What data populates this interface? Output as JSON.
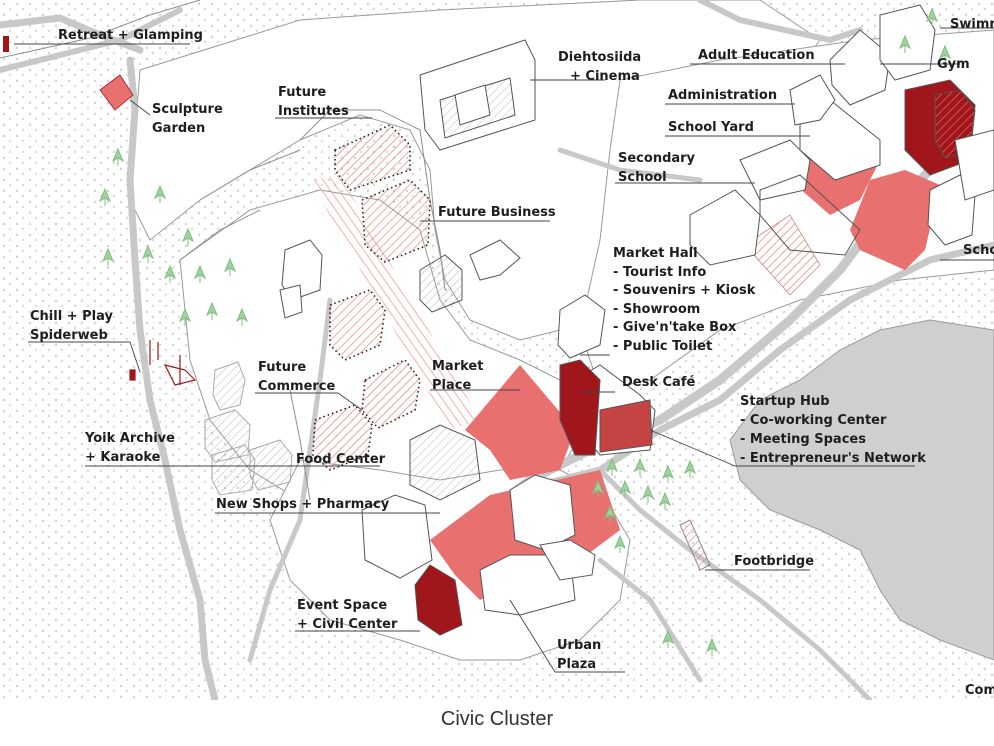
{
  "caption": "Civic Cluster",
  "colors": {
    "accent": "#e8706f",
    "accent_dark": "#a0161b",
    "road": "#c8c8c8",
    "water": "#cfcfcf",
    "tree": "#8cc98c",
    "building": "#ffffff"
  },
  "labels": {
    "retreat": "Retreat + Glamping",
    "sculpture": [
      "Sculpture",
      "Garden"
    ],
    "future_institutes": [
      "Future",
      "Institutes"
    ],
    "diehtosiida": [
      "Diehtosiida",
      "+ Cinema"
    ],
    "adult_education": "Adult Education",
    "gym": "Gym",
    "swimming": "Swimm",
    "administration": "Administration",
    "school_yard": "School Yard",
    "secondary_school": [
      "Secondary",
      "School"
    ],
    "future_business": "Future Business",
    "school_right": "Scho",
    "market_hall": [
      "Market Hall",
      "- Tourist Info",
      "- Souvenirs + Kiosk",
      "- Showroom",
      "- Give'n'take Box",
      "- Public Toilet"
    ],
    "chill_play": [
      "Chill + Play",
      "Spiderweb"
    ],
    "future_commerce": [
      "Future",
      "Commerce"
    ],
    "market_place": [
      "Market",
      "Place"
    ],
    "desk_cafe": "Desk Café",
    "startup_hub": [
      "Startup Hub",
      "- Co-working Center",
      "- Meeting Spaces",
      "- Entrepreneur's Network"
    ],
    "yoik_archive": [
      "Yoik Archive",
      "+ Karaoke"
    ],
    "food_center": "Food Center",
    "new_shops": "New Shops + Pharmacy",
    "footbridge": "Footbridge",
    "event_space": [
      "Event Space",
      "+ Civil Center"
    ],
    "urban_plaza": [
      "Urban",
      "Plaza"
    ],
    "community": "Com"
  }
}
